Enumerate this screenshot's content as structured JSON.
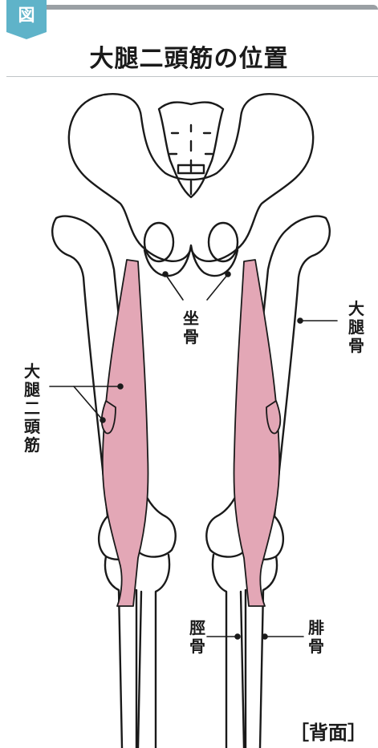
{
  "badge": "図",
  "title": "大腿二頭筋の位置",
  "labels": {
    "sciatic": [
      "坐",
      "骨"
    ],
    "femur": [
      "大",
      "腿",
      "骨"
    ],
    "biceps": [
      "大",
      "腿",
      "二",
      "頭",
      "筋"
    ],
    "tibia": [
      "脛",
      "骨"
    ],
    "fibula": [
      "腓",
      "骨"
    ]
  },
  "view_label": "［背面］",
  "colors": {
    "accent": "#5fb3c9",
    "muscle": "#e3a7b6",
    "bone_outline": "#1a1a1a"
  }
}
